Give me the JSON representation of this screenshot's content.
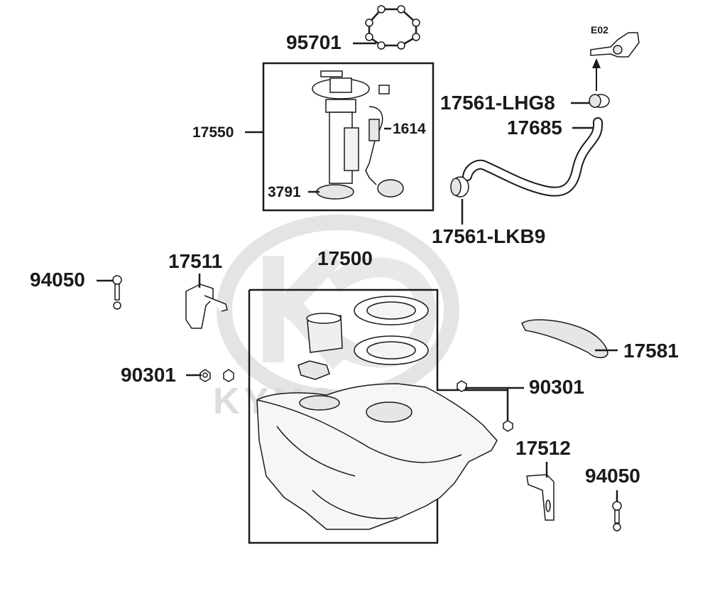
{
  "diagram": {
    "watermark": {
      "brand": "KYMCO",
      "color": "#d9d9d9"
    },
    "line_color": "#1a1a1a",
    "labels": {
      "p95701": "95701",
      "p17550": "17550",
      "p1614": "1614",
      "p3791": "3791",
      "e02": "E02",
      "p17561_lhg8": "17561-LHG8",
      "p17685": "17685",
      "p17561_lkb9": "17561-LKB9",
      "p94050_left": "94050",
      "p17511": "17511",
      "p17500": "17500",
      "p90301_left": "90301",
      "p90301_right": "90301",
      "p17581": "17581",
      "p17512": "17512",
      "p94050_right": "94050"
    }
  }
}
